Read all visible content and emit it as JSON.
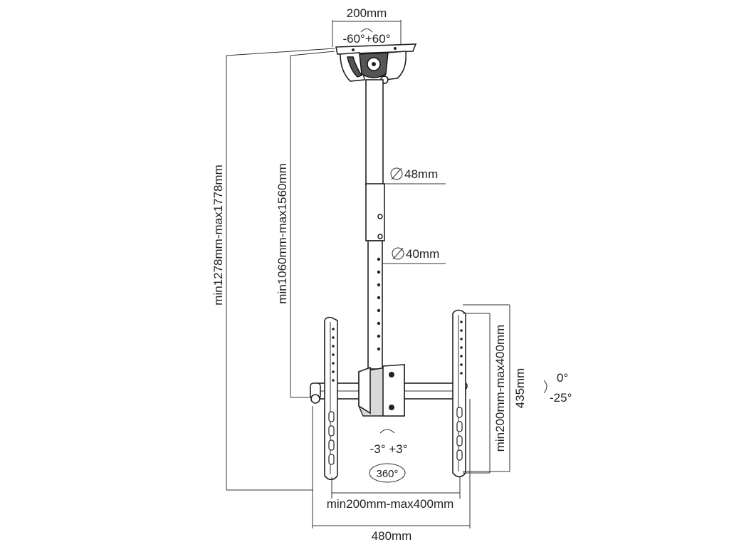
{
  "labels": {
    "top_plate_width": "200mm",
    "swivel_range": "-60°+60°",
    "pole_upper_diameter": "48mm",
    "pole_lower_diameter": "40mm",
    "total_height": "min1278mm-max1778mm",
    "pole_height": "min1060mm-max1560mm",
    "vesa_vertical": "min200mm-max400mm",
    "bracket_height": "435mm",
    "tilt_top": "0°",
    "tilt_bottom": "-25°",
    "level_adjust": "-3° +3°",
    "rotation": "360°",
    "vesa_horizontal": "min200mm-max400mm",
    "bracket_width": "480mm"
  }
}
